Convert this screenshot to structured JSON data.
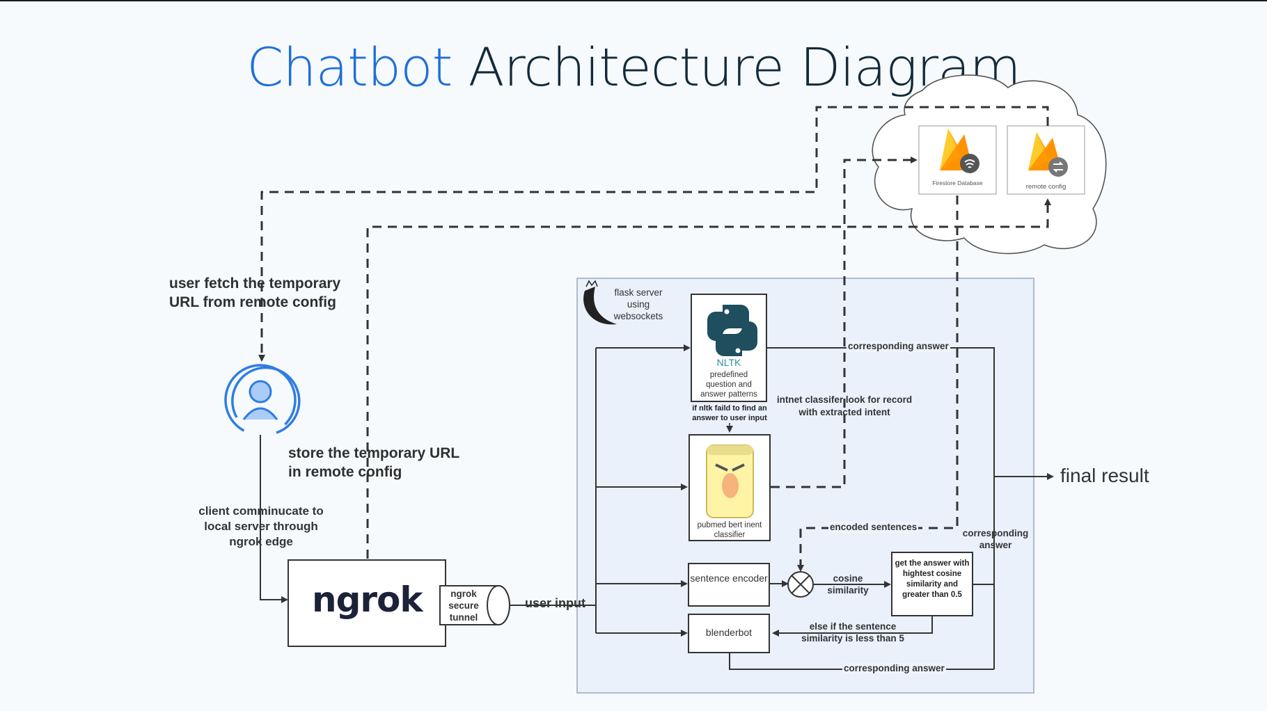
{
  "title": {
    "accent": "Chatbot",
    "rest": " Architecture Diagram"
  },
  "labels": {
    "user_fetch": "user fetch the temporary URL from remote config",
    "store_url": "store the temporary URL in remote config",
    "client_comm": "client comminucate to local server through ngrok edge",
    "ngrok_logo": "ngrok",
    "ngrok_tunnel": "ngrok secure tunnel",
    "user_input": "user input",
    "flask": "flask server using websockets",
    "nltk": "NLTK",
    "nltk_desc": "predefined question and answer patterns",
    "nltk_failed": "if nltk faild to find an answer to user input",
    "pubmed": "pubmed bert inent classifier",
    "intent_lookup": "intnet classifer look for record with extracted intent",
    "corresponding_answer_top": "corresponding answer",
    "corresponding_answer_mid": "corresponding answer",
    "corresponding_answer_bottom": "corresponding answer",
    "encoded_sentences": "encoded sentences",
    "sentence_encoder": "sentence encoder",
    "cosine_similarity": "cosine similarity",
    "highest": "get the answer with hightest cosine similarity and greater than 0.5",
    "else_if": "else if the sentence similarity is less than 5",
    "blenderbot": "blenderbot",
    "final_result": "final result",
    "firestore": "Firestore Database",
    "remote_config": "remote config"
  },
  "colors": {
    "accent": "#1f6fd8",
    "title": "#132a3a",
    "line": "#333333",
    "flask_bg": "#eaf1fb",
    "firebase_orange": "#f6a30c",
    "firebase_yellow": "#ffcb2b",
    "python_dark": "#1f4e5e"
  },
  "icons": [
    "user-icon",
    "flask-icon",
    "python-icon",
    "bert-icon",
    "firebase-icon",
    "cosine-icon"
  ]
}
